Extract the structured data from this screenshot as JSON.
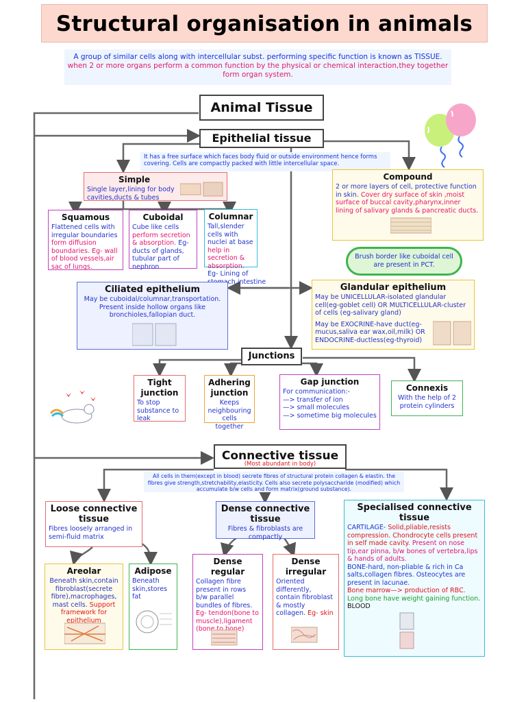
{
  "title": "Structural organisation in animals",
  "intro": {
    "part1": "A group of similar cells along with intercellular subst. performing specific function is known as TISSUE.",
    "part2": "when 2 or more organs perform a common function by the physical or chemical interaction,they together form organ system."
  },
  "animal_tissue": "Animal Tissue",
  "epithelial": {
    "heading": "Epithelial tissue",
    "note": "It has a free surface which faces body fluid or outside environment hence forms covering. Cells are compactly packed with little intercellular space.",
    "simple": {
      "heading": "Simple",
      "text": "Single layer,lining for body cavities,ducts & tubes"
    },
    "compound": {
      "heading": "Compound",
      "text1": "2 or more layers of cell, protective function in skin.",
      "text2": "Cover dry surface of skin ,moist surface of buccal cavity,pharynx,inner lining of salivary glands & pancreatic ducts."
    },
    "squamous": {
      "heading": "Squamous",
      "text1": "Flattened cells with irregular boundaries",
      "text2": "form diffusion boundaries. Eg- wall of blood vessels,air sac of lungs."
    },
    "cuboidal": {
      "heading": "Cuboidal",
      "text1": "Cube like cells",
      "text2": "perform secretion & absorption.",
      "text3": "Eg- ducts of glands, tubular part of nephron"
    },
    "columnar": {
      "heading": "Columnar",
      "text1": "Tall,slender cells with nuclei at base",
      "text2": "help in secretion & absorption.",
      "text3": "Eg- Lining of stomach,intestine"
    },
    "brush_note": "Brush border like cuboidal cell are present in PCT.",
    "ciliated": {
      "heading": "Ciliated epithelium",
      "text": "May be cuboidal/columnar,transportation. Present inside hollow organs like bronchioles,fallopian duct."
    },
    "glandular": {
      "heading": "Glandular epithelium",
      "text1": "May be UNICELLULAR-isolated glandular cell(eg-goblet cell) OR MULTICELLULAR-cluster of cells (eg-salivary gland)",
      "text2": "May be EXOCRINE-have duct(eg-mucus,saliva ear wax,oil,milk) OR ENDOCRINE-ductless(eg-thyroid)"
    }
  },
  "junctions": {
    "heading": "Junctions",
    "tight": {
      "heading": "Tight junction",
      "text": "To stop substance to leak"
    },
    "adhering": {
      "heading": "Adhering junction",
      "text": "Keeps neighbouring cells together"
    },
    "gap": {
      "heading": "Gap junction",
      "text0": "For communication:-",
      "items": [
        "—> transfer of ion",
        "—> small molecules",
        "—> sometime big molecules"
      ]
    },
    "connexis": {
      "heading": "Connexis",
      "text": "With the help of 2 protein cylinders"
    }
  },
  "connective": {
    "heading": "Connective tissue",
    "sub": "(Most abundant in body)",
    "note": "All cells in them(except in blood) secrete fibres of structural protein collagen & elastin. the fibres give strength,stretchability,elasticity. Cells also secrete polysaccharide (modified) which accumulate b/w cells and form matrix(ground substance).",
    "loose": {
      "heading": "Loose connective tissue",
      "text": "Fibres loosely arranged in semi-fluid matrix"
    },
    "dense": {
      "heading": "Dense connective tissue",
      "text": "Fibres & fibroblasts are compactly"
    },
    "special": {
      "heading": "Specialised connective tissue",
      "t1": "CARTILAGE-",
      "t2": "Solid,pliable,resists compression. Chondrocyte cells present in self made cavity.",
      "t3": "Present on nose tip,ear pinna, b/w bones of vertebra,lips & hands of adults.",
      "t4": "BONE-hard, non-pliable & rich in Ca salts,collagen fibres. Osteocytes are present in lacunae.",
      "t5": "Bone marrow—> production of RBC.",
      "t6": "Long bone have weight gaining function.",
      "t7": "BLOOD"
    },
    "areolar": {
      "heading": "Areolar",
      "text1": "Beneath skin,contain fibroblast(secrete fibre),macrophages, mast cells.",
      "text2": "Support framework for epithelium"
    },
    "adipose": {
      "heading": "Adipose",
      "text": "Beneath skin,stores fat"
    },
    "dense_regular": {
      "heading": "Dense regular",
      "text1": "Collagen fibre present in rows b/w parallel bundles of fibres.",
      "text2": "Eg- tendon(bone to muscle),ligament (bone to bone)"
    },
    "dense_irregular": {
      "heading": "Dense irregular",
      "text1": "Oriented differently, contain fibroblast & mostly collagen.",
      "text2": "Eg- skin"
    }
  },
  "colors": {
    "title_bg": "#fcd8cf",
    "text_blue": "#2233cc",
    "text_pink": "#e3136e",
    "arrow": "#555555"
  }
}
